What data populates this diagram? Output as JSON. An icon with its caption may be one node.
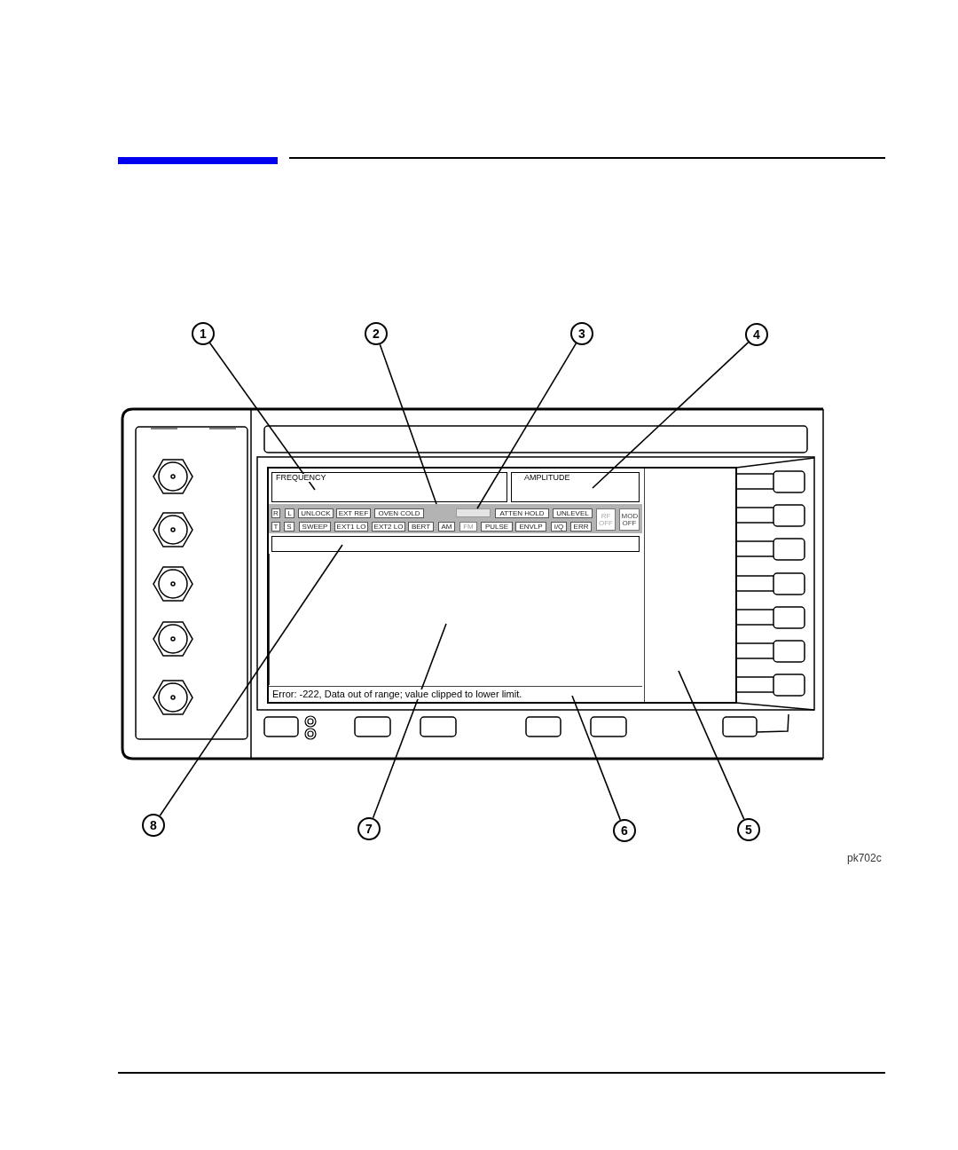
{
  "diagram": {
    "nodes": [
      {
        "text": [
          "1"
        ]
      },
      {
        "text": [
          "2"
        ]
      },
      {
        "text": [
          "3"
        ]
      },
      {
        "text": [
          "4"
        ]
      },
      {
        "text": [
          "FREQUENCY"
        ]
      },
      {
        "text": [
          "AMPLITUDE"
        ]
      },
      {
        "text": [],
        "shape": "bar"
      },
      {
        "text": [
          "R"
        ],
        "in": 6
      },
      {
        "text": [
          "L"
        ],
        "in": 6
      },
      {
        "text": [
          "UNLOCK"
        ],
        "in": 6
      },
      {
        "text": [
          "EXT REF"
        ],
        "in": 6
      },
      {
        "text": [
          "OVEN COLD"
        ],
        "in": 6
      },
      {
        "text": [],
        "shape": "box",
        "in": 6
      },
      {
        "text": [
          "ATTEN HOLD"
        ],
        "in": 6
      },
      {
        "text": [
          "UNLEVEL"
        ],
        "in": 6
      },
      {
        "text": [
          "RF OFF"
        ],
        "in": 6
      },
      {
        "text": [
          "MOD OFF"
        ],
        "in": 6
      },
      {
        "text": [
          "T"
        ],
        "in": 6
      },
      {
        "text": [
          "S"
        ],
        "in": 6
      },
      {
        "text": [
          "SWEEP"
        ],
        "in": 6
      },
      {
        "text": [
          "EXT1 LO"
        ],
        "in": 6
      },
      {
        "text": [
          "EXT2 LO"
        ],
        "in": 6
      },
      {
        "text": [
          "BERT"
        ],
        "in": 6
      },
      {
        "text": [
          "AM"
        ],
        "in": 6
      },
      {
        "text": [
          "FM"
        ],
        "in": 6
      },
      {
        "text": [
          "PULSE"
        ],
        "in": 6
      },
      {
        "text": [
          "ENVLP"
        ],
        "in": 6
      },
      {
        "text": [
          "I/Q"
        ],
        "in": 6
      },
      {
        "text": [
          "ERR"
        ],
        "in": 6
      },
      {
        "text": [],
        "shape": "box"
      },
      {
        "text": [],
        "shape": "box"
      },
      {
        "text": [],
        "shape": "box"
      },
      {
        "text": [
          "Error: -222, Data out of range; value clipped to lower limit."
        ]
      },
      {
        "text": [
          "8"
        ]
      },
      {
        "text": [
          "7"
        ]
      },
      {
        "text": [
          "6"
        ]
      },
      {
        "text": [
          "5"
        ]
      }
    ],
    "edges": [
      {
        "from": 0,
        "to": 4,
        "arrow": "none"
      },
      {
        "from": 1,
        "to": 6,
        "arrow": "none"
      },
      {
        "from": 2,
        "to": 12,
        "arrow": "none"
      },
      {
        "from": 3,
        "to": 5,
        "arrow": "none"
      },
      {
        "from": 33,
        "to": 29,
        "arrow": "none"
      },
      {
        "from": 34,
        "to": 30,
        "arrow": "none"
      },
      {
        "from": 35,
        "to": 32,
        "arrow": "none"
      },
      {
        "from": 36,
        "to": 31,
        "arrow": "none"
      }
    ],
    "labels": [
      "pk702c"
    ]
  }
}
